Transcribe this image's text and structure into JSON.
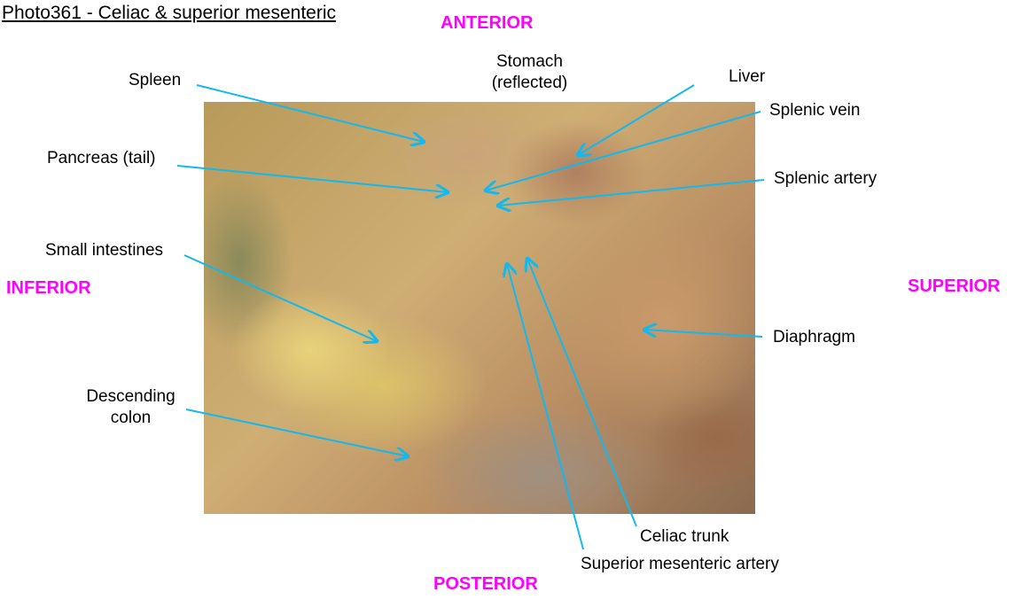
{
  "title": "Photo361 - Celiac & superior mesenteric",
  "directions": {
    "anterior": "ANTERIOR",
    "posterior": "POSTERIOR",
    "inferior": "INFERIOR",
    "superior": "SUPERIOR"
  },
  "labels": {
    "spleen": "Spleen",
    "stomach_1": "Stomach",
    "stomach_2": "(reflected)",
    "liver": "Liver",
    "splenic_vein": "Splenic vein",
    "splenic_artery": "Splenic artery",
    "pancreas": "Pancreas (tail)",
    "small_intestines": "Small intestines",
    "diaphragm": "Diaphragm",
    "descending_colon_1": "Descending",
    "descending_colon_2": "colon",
    "celiac_trunk": "Celiac trunk",
    "sma": "Superior mesenteric artery"
  },
  "colors": {
    "arrow": "#12b8ee",
    "direction": "#ff00ff"
  }
}
